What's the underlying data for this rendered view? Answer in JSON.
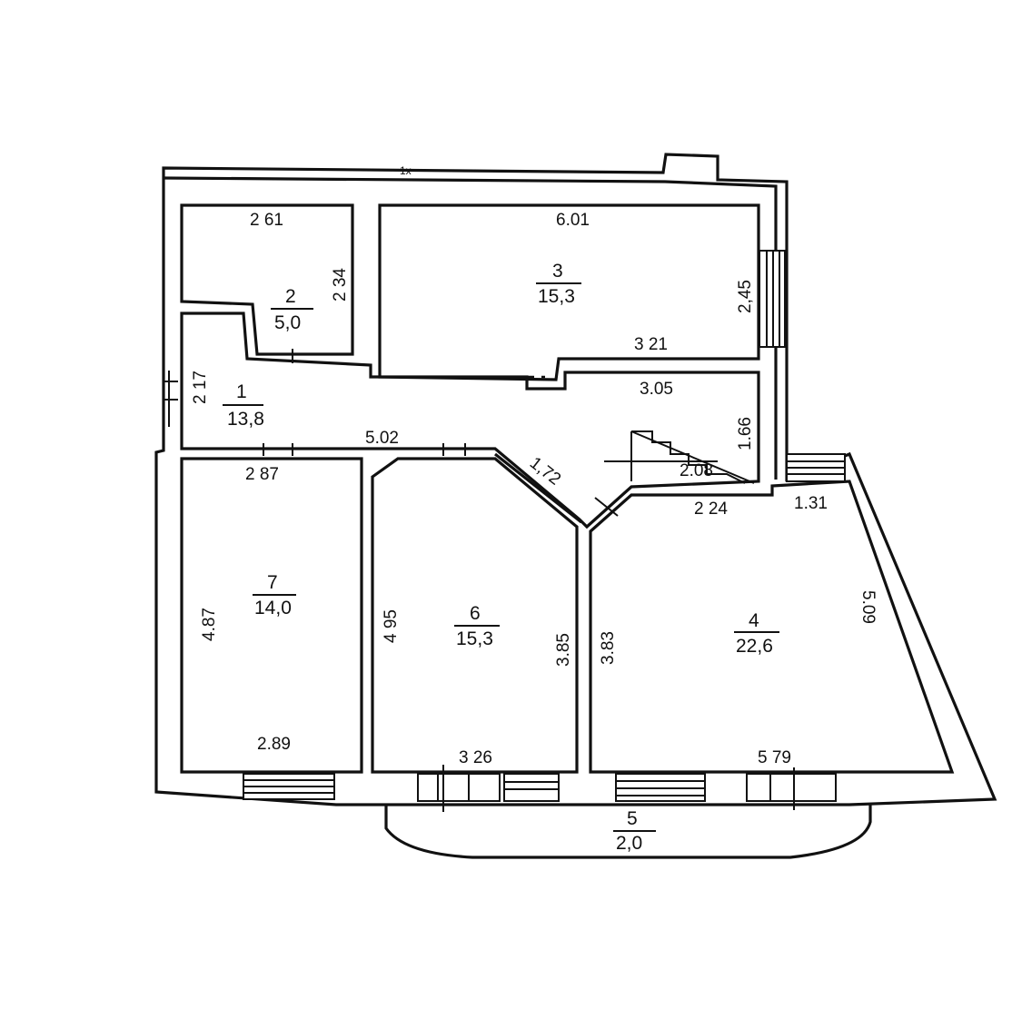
{
  "rooms": [
    {
      "id": "1",
      "area": "13,8"
    },
    {
      "id": "2",
      "area": "5,0"
    },
    {
      "id": "3",
      "area": "15,3"
    },
    {
      "id": "4",
      "area": "22,6"
    },
    {
      "id": "5",
      "area": "2,0"
    },
    {
      "id": "6",
      "area": "15,3"
    },
    {
      "id": "7",
      "area": "14,0"
    }
  ],
  "dimensions": {
    "r2_top": "2 61",
    "r2_right": "2 34",
    "r3_top": "6.01",
    "r3_right": "2,45",
    "r3_bottom": "3 21",
    "corridor_right_top": "3.05",
    "corridor_right_side": "1.66",
    "r1_left": "2 17",
    "r1_bottom": "5.02",
    "diagonal": "1,72",
    "stair": "2.08",
    "r4_top_left": "2 24",
    "r4_top_right": "1.31",
    "r4_right": "5.09",
    "r4_left": "3.83",
    "r4_bottom": "5 79",
    "r6_left": "4 95",
    "r6_right": "3.85",
    "r6_bottom": "3 26",
    "r7_top": "2 87",
    "r7_left": "4.87",
    "r7_bottom": "2.89"
  },
  "marks": {
    "top_scribble": "1x"
  }
}
